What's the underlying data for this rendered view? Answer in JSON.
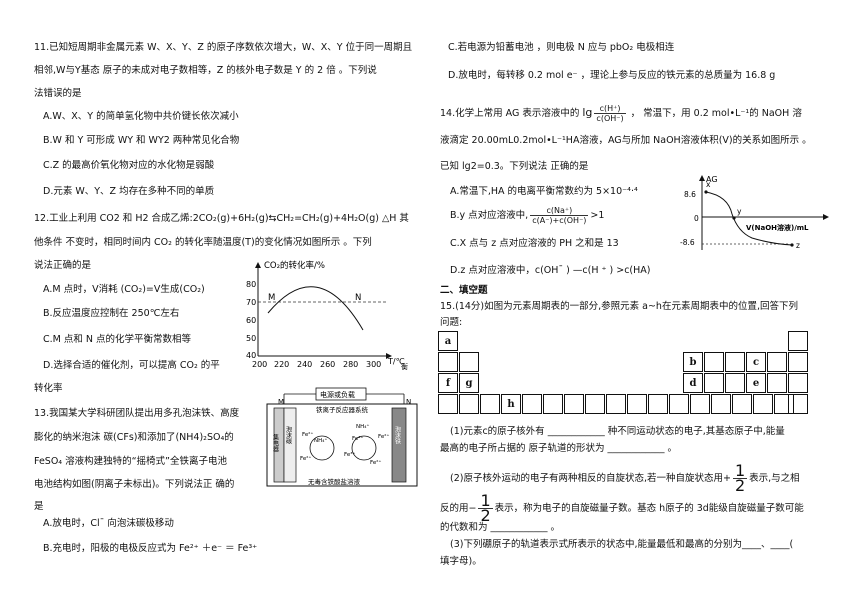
{
  "left": {
    "q11": {
      "l1": "11.已知短周期非金属元素 W、X、Y、Z 的原子序数依次增大，W、X、Y 位于同一周期且",
      "l2": "相邻,W与Y基态 原子的未成对电子数相等，Z 的核外电子数是  Y  的  2 倍 。下列说",
      "l3": "法错误的是",
      "A": "A.W、X、Y 的简单氢化物中共价键长依次减小",
      "B": "B.W 和  Y 可形成  WY 和  WY2 两种常见化合物",
      "C": "C.Z 的最高价氧化物对应的水化物是弱酸",
      "D": "D.元素 W、Y、Z 均存在多种不同的单质"
    },
    "q12": {
      "l1": "12.工业上利用 CO2 和 H2 合成乙烯:2CO₂(g)+6H₂(g)⇆CH₂=CH₂(g)+4H₂O(g)     △H 其",
      "l2": "他条件  不变时，相同时间内  CO₂ 的转化率随温度(T)的变化情况如图所示 。下列",
      "l3": "说法正确的是",
      "A": "A.M 点时，V消耗  (CO₂)=V生成(CO₂)",
      "B": "B.反应温度应控制在  250℃左右",
      "C": "C.M 点和  N 点的化学平衡常数相等",
      "D1": "D.选择合适的催化剂，可以提高  CO₂ 的平",
      "D2": "转化率"
    },
    "q13": {
      "l1": "13.我国某大学科研团队提出用多孔泡沫铁、高度",
      "l2": "膨化的纳米泡沫  碳(CFs)和添加了(NH4)₂SO₄的",
      "l3": "FeSO₄ 溶液构建独特的“摇椅式”全铁离子电池",
      "l4": "电池结构如图(阴离子未标出)。下列说法正  确的",
      "l5": "是",
      "A": "A.放电时，Cl¯  向泡沫碳极移动",
      "B_pre": "B.充电时，阳极的电极反应式为  Fe²⁺ ＋e⁻ ＝ Fe³⁺"
    },
    "chart12": {
      "ylabel": "CO₂的转化率/%",
      "xlabel": "T/℃",
      "xlabel_tail": "衡",
      "M": "M",
      "N": "N",
      "yticks": [
        "80",
        "70",
        "60",
        "50",
        "40"
      ],
      "xticks": [
        "200",
        "220",
        "240",
        "260",
        "280",
        "300"
      ]
    },
    "diagram13": {
      "top": "电源或负载",
      "sys": "铁离子反应器系统",
      "bottom": "无毒含铁酸盐溶液",
      "M": "M",
      "N": "N",
      "left_el": "泡沫碳",
      "left_sub": "集电器",
      "right_el": "泡沫铁",
      "ions": [
        "Fe²⁺",
        "NH₄⁺",
        "Fe³⁺",
        "NH₄⁺",
        "Fe²⁺",
        "Fe³⁺",
        "Fe²⁺",
        "Fe²⁺"
      ]
    }
  },
  "right": {
    "q13": {
      "C": "C.若电源为铅蓄电池 ，则电极  N 应与  pbO₂ 电极相连",
      "D": "D.放电时，每转移  0.2 mol e⁻  ，理论上参与反应的铁元素的总质量为  16.8 g"
    },
    "q14": {
      "l1_pre": "14.化学上常用  AG 表示溶液中的",
      "l1_lg": "lg",
      "l1_num": "c(H⁺)",
      "l1_den": "c(OH⁻)",
      "l1_post": "，  常温下，用  0.2 mol•L⁻¹的  NaOH 溶",
      "l2": "液滴定  20.00mL0.2mol•L⁻¹HA溶液，AG与所加  NaOH溶液体积(V)的关系如图所示 。",
      "l3": "已知 lg2=0.3。下列说法  正确的是",
      "A": "A.常温下,HA 的电离平衡常数约为  5×10⁻⁴·⁴",
      "B_pre": "B.y 点对应溶液中,",
      "B_num": "c(Na⁺)",
      "B_den": "c(A⁻)+c(OH⁻)",
      "B_post": ">1",
      "C": "C.X 点与  z 点对应溶液的  PH 之和是  13",
      "D": "D.z 点对应溶液中，c(OH¯ ) —c(H ⁺ ) >c(HA)"
    },
    "chart14": {
      "ylabel": "AG",
      "xlabel": "V(NaOH溶液)/mL",
      "y_top": "8.6",
      "y_bot": "-8.6",
      "zero": "0",
      "x": "x",
      "y": "y",
      "z": "z"
    },
    "section2": "二、填空题",
    "q15": {
      "l1": "15.(14分)如图为元素周期表的一部分,参照元素  a~h在元素周期表中的位置,回答下列",
      "l2": "问题:",
      "cells": [
        "a",
        "b",
        "c",
        "d",
        "e",
        "f",
        "g",
        "h"
      ],
      "s1a": "(1)元素c的原子核外有  ____________  种不同运动状态的电子,其基态原子中,能量",
      "s1b": "最高的电子所占据的  原子轨道的形状为  ____________ 。",
      "s2a_pre": "(2)原子核外运动的电子有两种相反的自旋状态,若一种自旋状态用+",
      "s2a_post": "表示,与之相",
      "s2b_pre": "反的用−",
      "s2b_post": "表示，称为电子的自旋磁量子数。基态 h原子的  3d能级自旋磁量子数可能",
      "s2c": "的代数和为  ____________  。",
      "s3a": "(3)下列硼原子的轨道表示式所表示的状态中,能量最低和最高的分别为____、____(",
      "s3b": "填字母)。",
      "half_num": "1",
      "half_den": "2"
    }
  }
}
